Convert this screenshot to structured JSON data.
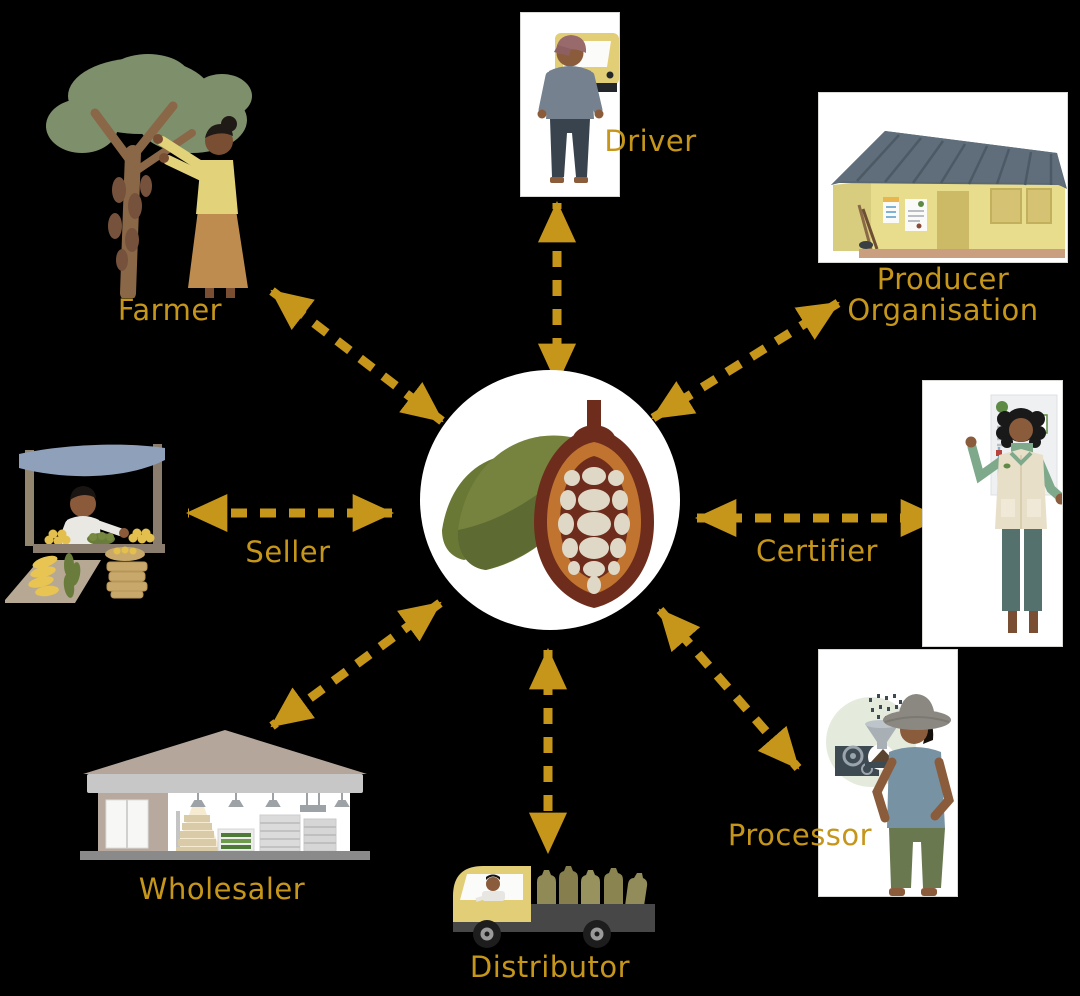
{
  "diagram": {
    "name": "cocoa-supply-chain-diagram",
    "background_color": "#000000",
    "accent_color": "#C6961A",
    "hub": {
      "icon": "cocoa-pod-icon",
      "shape": "white-circle"
    },
    "nodes": [
      {
        "id": "driver",
        "label": "Driver",
        "icon": "driver-with-van-illustration",
        "card": true
      },
      {
        "id": "producer-organisation",
        "label": "Producer Organisation",
        "icon": "producer-organisation-building-illustration",
        "card": true
      },
      {
        "id": "certifier",
        "label": "Certifier",
        "icon": "certifier-with-chart-illustration",
        "card": true
      },
      {
        "id": "processor",
        "label": "Processor",
        "icon": "processor-with-machine-illustration",
        "card": true
      },
      {
        "id": "distributor",
        "label": "Distributor",
        "icon": "distributor-truck-illustration",
        "card": false
      },
      {
        "id": "wholesaler",
        "label": "Wholesaler",
        "icon": "wholesaler-store-illustration",
        "card": false
      },
      {
        "id": "seller",
        "label": "Seller",
        "icon": "seller-market-stall-illustration",
        "card": false
      },
      {
        "id": "farmer",
        "label": "Farmer",
        "icon": "farmer-harvesting-tree-illustration",
        "card": false
      }
    ],
    "connections": [
      {
        "from": "cocoa-hub",
        "to": "driver",
        "bidirectional": true,
        "style": "dashed"
      },
      {
        "from": "cocoa-hub",
        "to": "producer-organisation",
        "bidirectional": true,
        "style": "dashed"
      },
      {
        "from": "cocoa-hub",
        "to": "certifier",
        "bidirectional": true,
        "style": "dashed"
      },
      {
        "from": "cocoa-hub",
        "to": "processor",
        "bidirectional": true,
        "style": "dashed"
      },
      {
        "from": "cocoa-hub",
        "to": "distributor",
        "bidirectional": true,
        "style": "dashed"
      },
      {
        "from": "cocoa-hub",
        "to": "wholesaler",
        "bidirectional": true,
        "style": "dashed"
      },
      {
        "from": "cocoa-hub",
        "to": "seller",
        "bidirectional": true,
        "style": "dashed"
      },
      {
        "from": "cocoa-hub",
        "to": "farmer",
        "bidirectional": true,
        "style": "dashed"
      }
    ]
  }
}
